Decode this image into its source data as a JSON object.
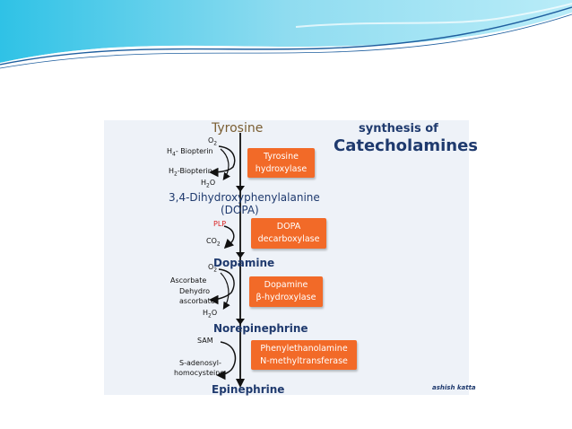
{
  "title": {
    "line1": "synthesis of",
    "line2": "Catecholamines"
  },
  "compounds": {
    "tyrosine": "Tyrosine",
    "dopa_line1": "3,4-Dihydroxyphenylalanine",
    "dopa_line2": "(DOPA)",
    "dopamine": "Dopamine",
    "norepinephrine": "Norepinephrine",
    "epinephrine": "Epinephrine"
  },
  "step1": {
    "enzyme_line1": "Tyrosine",
    "enzyme_line2": "hydroxylase",
    "o2": "O",
    "o2_sub": "2",
    "cofactor_in": "H",
    "cofactor_in_sub": "4",
    "cofactor_in_rest": "- Biopterin",
    "cofactor_out": "H",
    "cofactor_out_sub": "2",
    "cofactor_out_rest": "-Biopterin",
    "h2o": "H",
    "h2o_sub": "2",
    "h2o_rest": "O"
  },
  "step2": {
    "enzyme_line1": "DOPA",
    "enzyme_line2": "decarboxylase",
    "plp": "PLP",
    "co2": "CO",
    "co2_sub": "2"
  },
  "step3": {
    "enzyme_line1": "Dopamine",
    "enzyme_line2": "β-hydroxylase",
    "o2": "O",
    "o2_sub": "2",
    "cofactor_in": "Ascorbate",
    "cofactor_out_line1": "Dehydro",
    "cofactor_out_line2": "ascorbate",
    "h2o": "H",
    "h2o_sub": "2",
    "h2o_rest": "O"
  },
  "step4": {
    "enzyme_line1": "Phenylethanolamine",
    "enzyme_line2": "N-methyltransferase",
    "cofactor_in": "SAM",
    "cofactor_out_line1": "S-adenosyl-",
    "cofactor_out_line2": "homocysteine"
  },
  "credit": "ashish katta",
  "colors": {
    "compound": "#1f3a6e",
    "tyrosine": "#7a5e33",
    "enzyme_box": "#f26a28",
    "plp": "#d92020",
    "panel": "#eef2f8"
  }
}
